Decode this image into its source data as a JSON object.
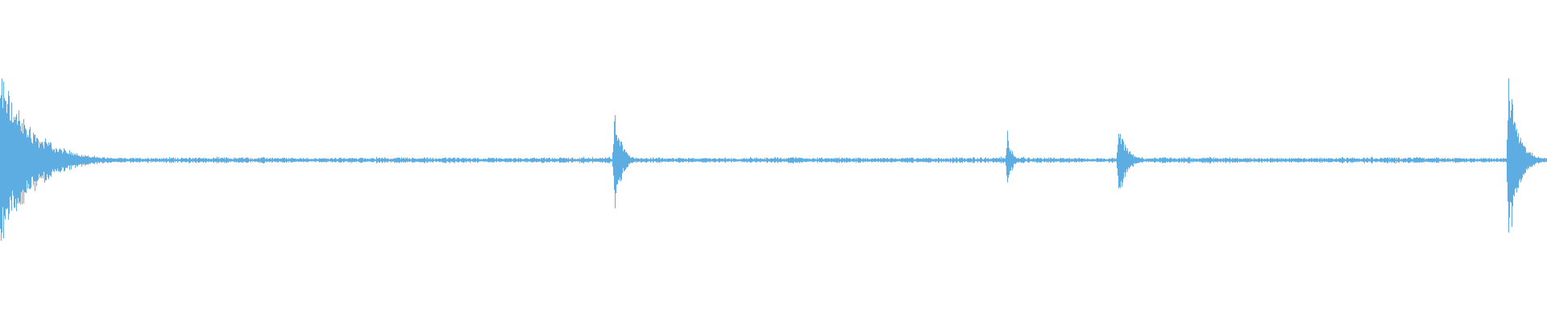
{
  "waveform": {
    "color": "#5dade2",
    "background": "#ffffff",
    "baseline_amplitude": 0.03,
    "peaks": [
      {
        "position": 0.0,
        "amplitude": 1.0,
        "decay": 0.02
      },
      {
        "position": 0.397,
        "amplitude": 0.68,
        "decay": 0.004
      },
      {
        "position": 0.651,
        "amplitude": 0.3,
        "decay": 0.003
      },
      {
        "position": 0.723,
        "amplitude": 0.45,
        "decay": 0.005
      },
      {
        "position": 0.975,
        "amplitude": 1.0,
        "decay": 0.006
      }
    ]
  }
}
